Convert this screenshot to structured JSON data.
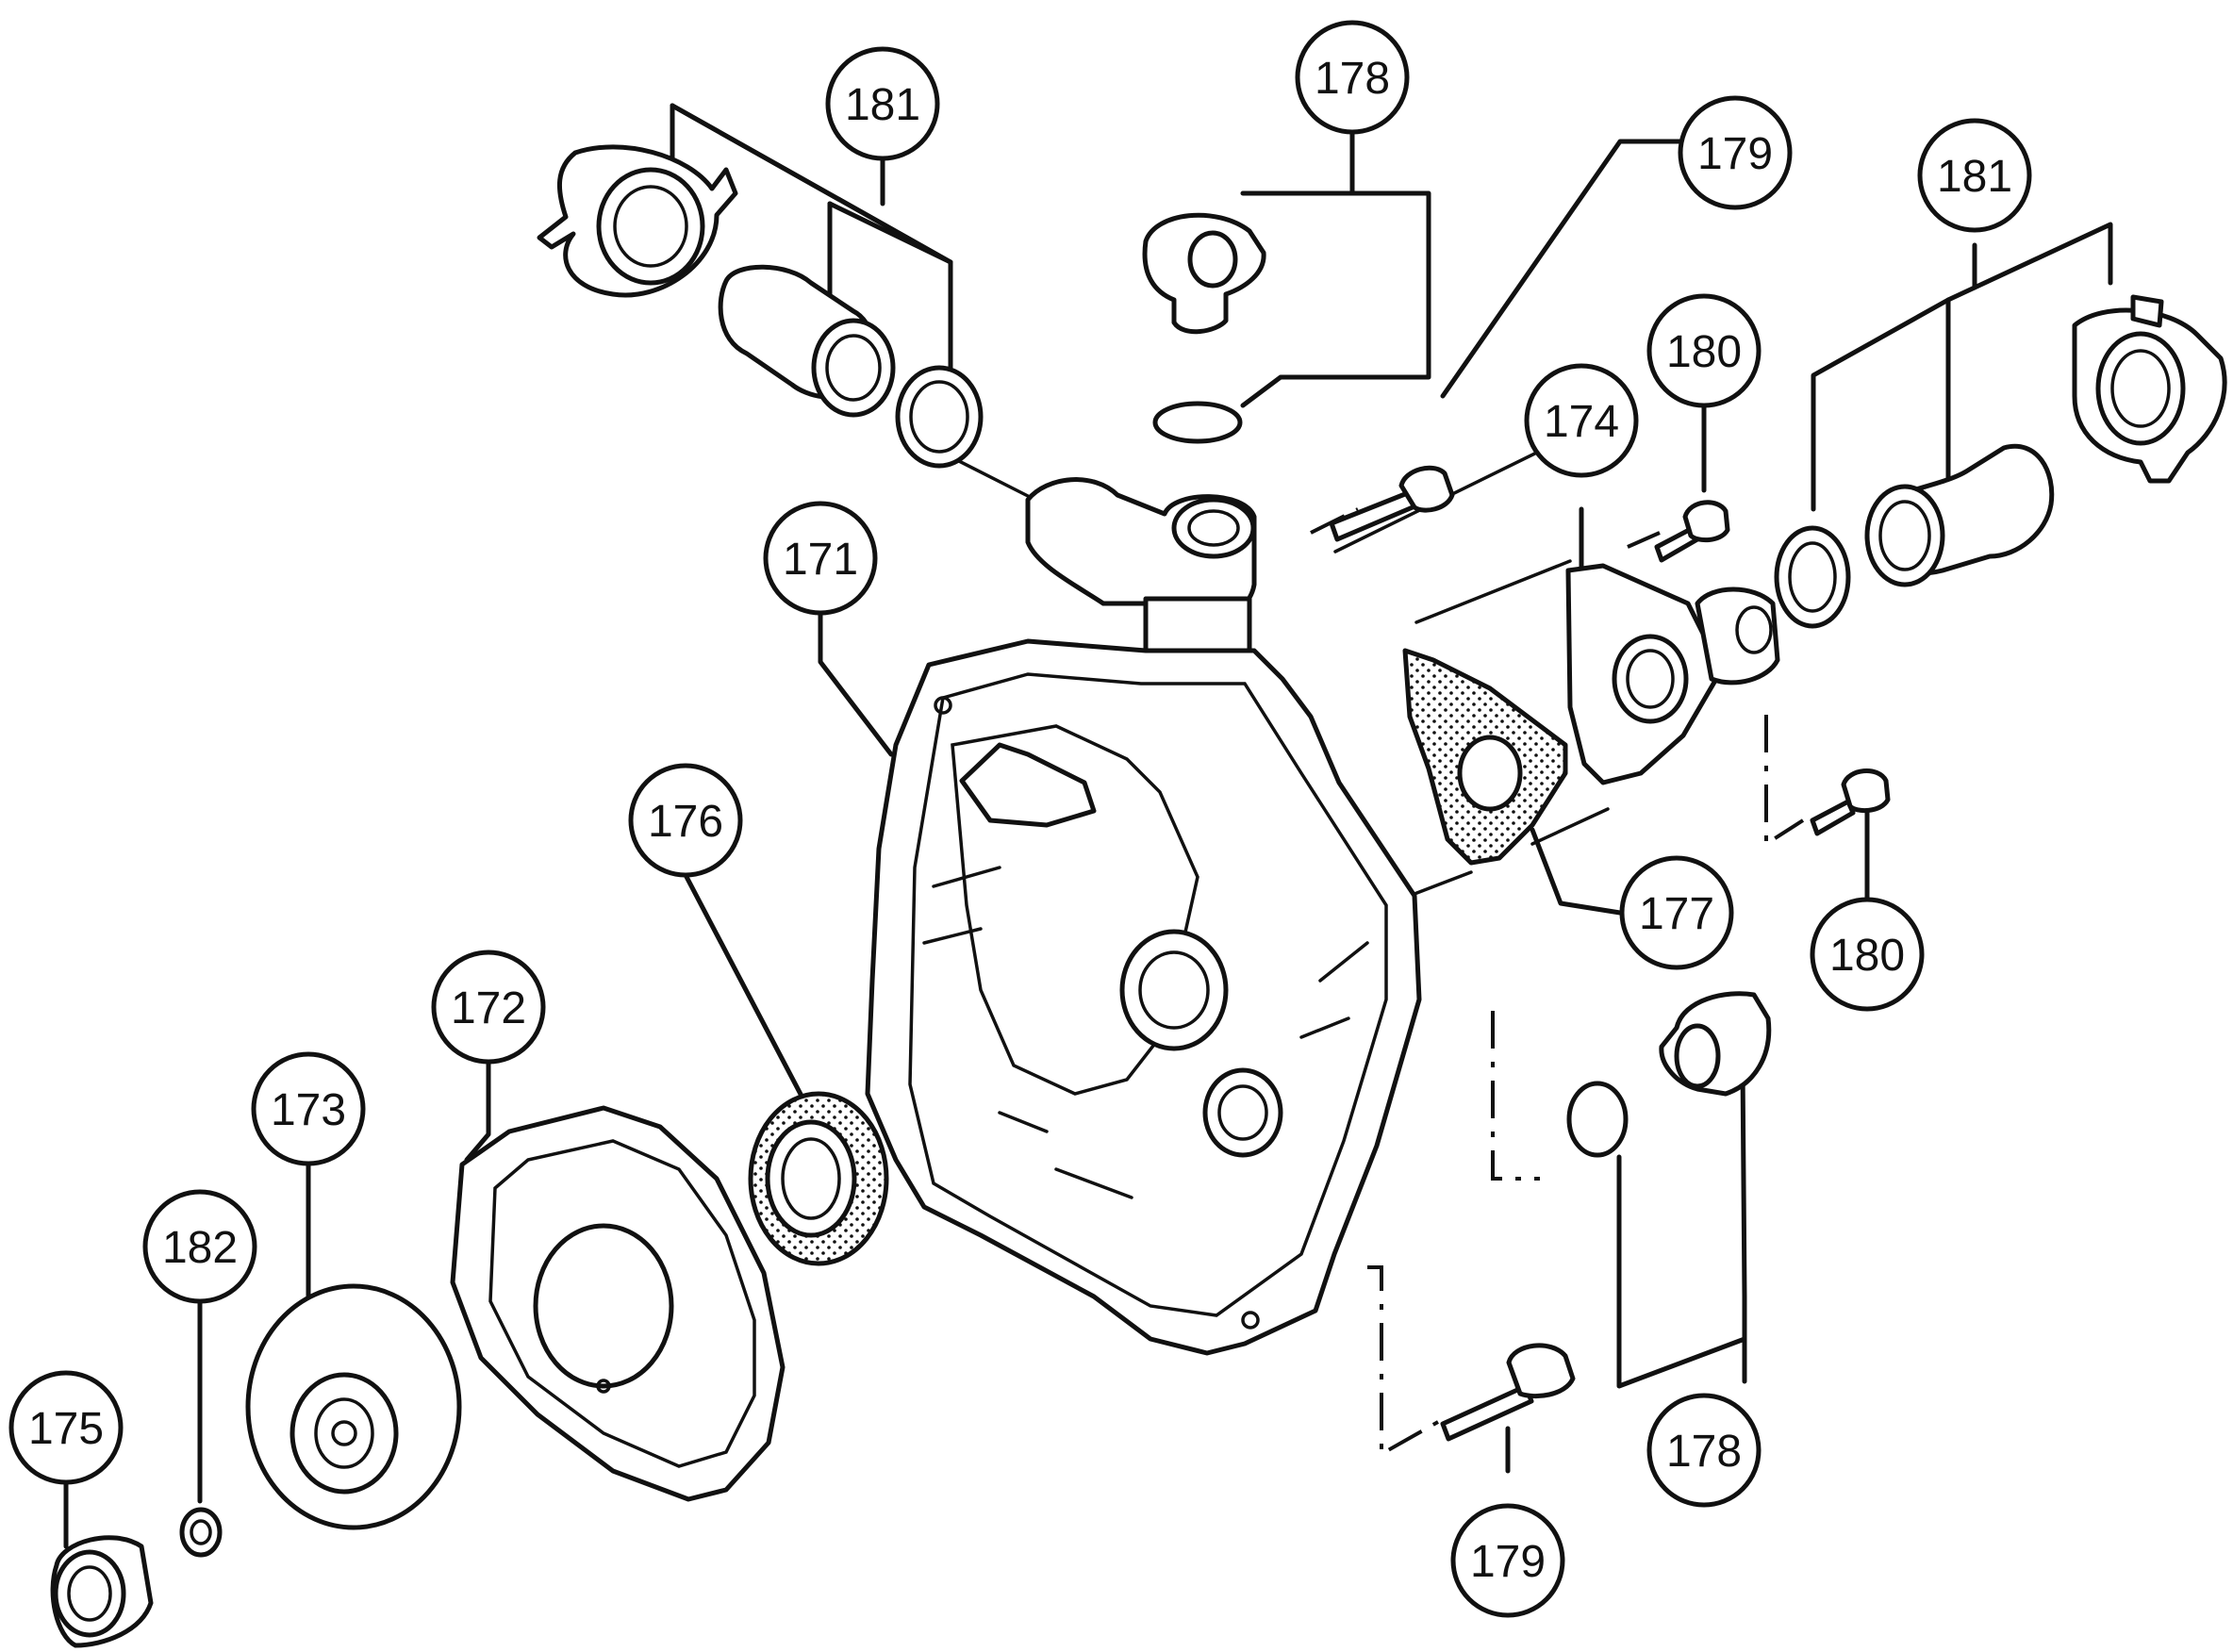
{
  "diagram": {
    "labels": {
      "p171": "171",
      "p172": "172",
      "p173": "173",
      "p174": "174",
      "p175": "175",
      "p176": "176",
      "p177": "177",
      "p178a": "178",
      "p178b": "178",
      "p179a": "179",
      "p179b": "179",
      "p180a": "180",
      "p180b": "180",
      "p181a": "181",
      "p181b": "181",
      "p182": "182"
    }
  }
}
